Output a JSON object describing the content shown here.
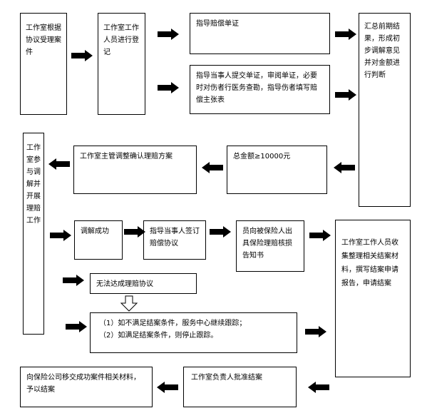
{
  "nodes": {
    "n1": "工作室根据协议受理案件",
    "n2": "工作室工作人员进行登记",
    "n3": "指导赔偿单证",
    "n4": "指导当事人提交单证，审阅单证，必要时对伤者行医务查勘，指导伤者填写赔偿主张表",
    "n5": "汇总前期结果，形成初步调解意见并对金额进行判断",
    "n6": "工作室主管调整确认理赔方案",
    "n7": "总金额≥10000元",
    "n8": "工作室参与调解并开展理赔工作",
    "n9": "调解成功",
    "n10": "指导当事人签订赔偿协议",
    "n11": "员向被保险人出具保险理赔核损告知书",
    "n12": "工作室工作人员收集整理相关结案材料，撰写结案申请报告，申请结案",
    "n13": "无法达成理赔协议",
    "n14_line1": "（1）如不满足结案条件，服务中心继续跟踪；",
    "n14_line2": "（2）如满足结案条件，则停止跟踪。",
    "n15": "工作室负责人批准结案",
    "n16": "向保险公司移交成功案件相关材料，予以结案"
  }
}
